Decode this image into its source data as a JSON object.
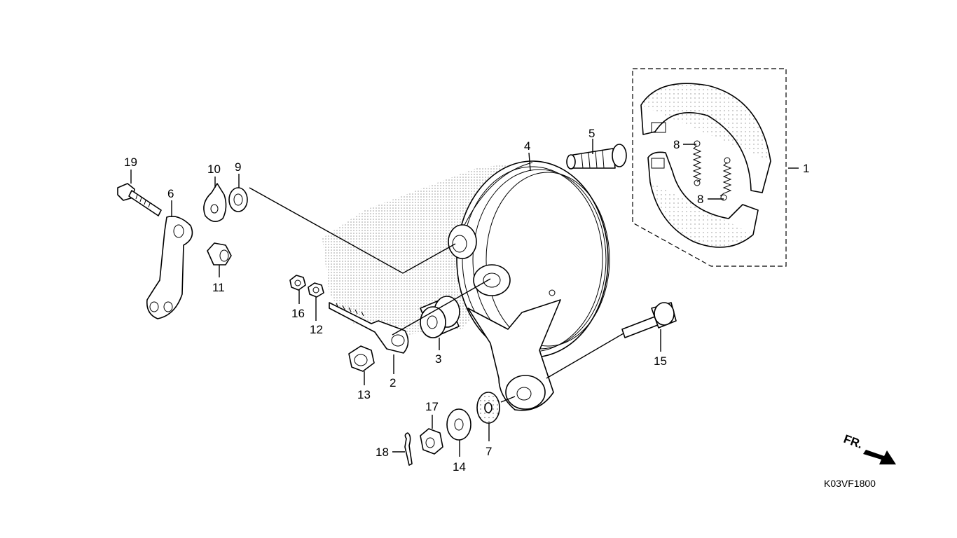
{
  "diagram": {
    "code": "K03VF1800",
    "direction_label": "FR.",
    "callouts": {
      "c1": "1",
      "c2": "2",
      "c3": "3",
      "c4": "4",
      "c5": "5",
      "c6": "6",
      "c7": "7",
      "c8a": "8",
      "c8b": "8",
      "c9": "9",
      "c10": "10",
      "c11": "11",
      "c12": "12",
      "c13": "13",
      "c14": "14",
      "c15": "15",
      "c16": "16",
      "c17": "17",
      "c18": "18",
      "c19": "19"
    }
  }
}
